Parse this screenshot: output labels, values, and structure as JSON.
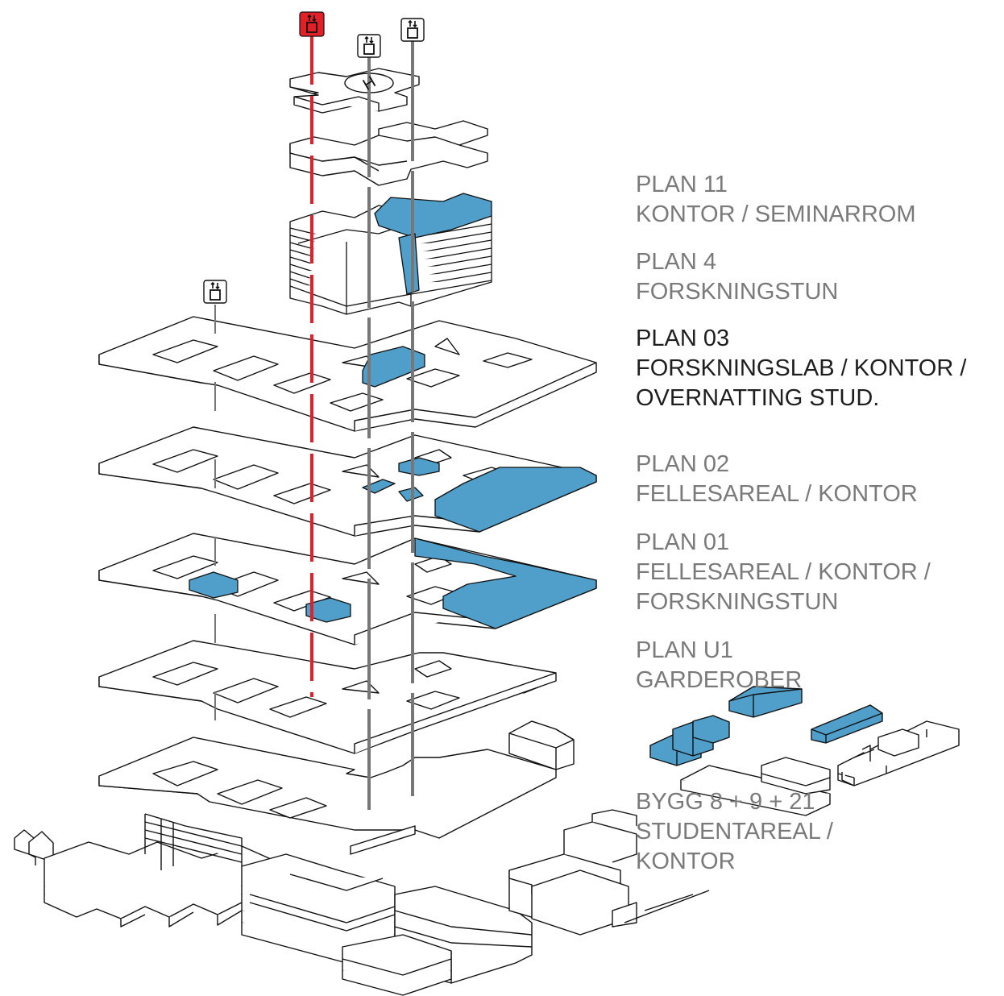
{
  "floors": [
    {
      "key": "plan11",
      "level": "PLAN 11",
      "use": [
        "KONTOR / SEMINARROM"
      ],
      "active": false
    },
    {
      "key": "plan4",
      "level": "PLAN 4",
      "use": [
        "FORSKNINGSTUN"
      ],
      "active": false
    },
    {
      "key": "plan03",
      "level": "PLAN 03",
      "use": [
        "FORSKNINGSLAB / KONTOR /",
        "OVERNATTING STUD."
      ],
      "active": true
    },
    {
      "key": "plan02",
      "level": "PLAN 02",
      "use": [
        "FELLESAREAL / KONTOR"
      ],
      "active": false
    },
    {
      "key": "plan01",
      "level": "PLAN 01",
      "use": [
        "FELLESAREAL / KONTOR /",
        "FORSKNINGSTUN"
      ],
      "active": false
    },
    {
      "key": "planu1",
      "level": "PLAN U1",
      "use": [
        "GARDEROBER"
      ],
      "active": false
    },
    {
      "key": "bygg",
      "level": "BYGG 8 + 9 + 21",
      "use": [
        "STUDENTAREAL /",
        "KONTOR"
      ],
      "active": false
    }
  ],
  "roof_symbol": "H",
  "icons": [
    "elevator-icon",
    "elevator-icon",
    "elevator-icon",
    "elevator-icon"
  ],
  "colors": {
    "highlight": "#4f9fca",
    "stroke": "#111111",
    "shaft": "#777777",
    "emergency_shaft": "#e32027",
    "emergency_icon": "#e32027",
    "label_default": "#7a7a7a",
    "label_active": "#1e1e1e"
  }
}
